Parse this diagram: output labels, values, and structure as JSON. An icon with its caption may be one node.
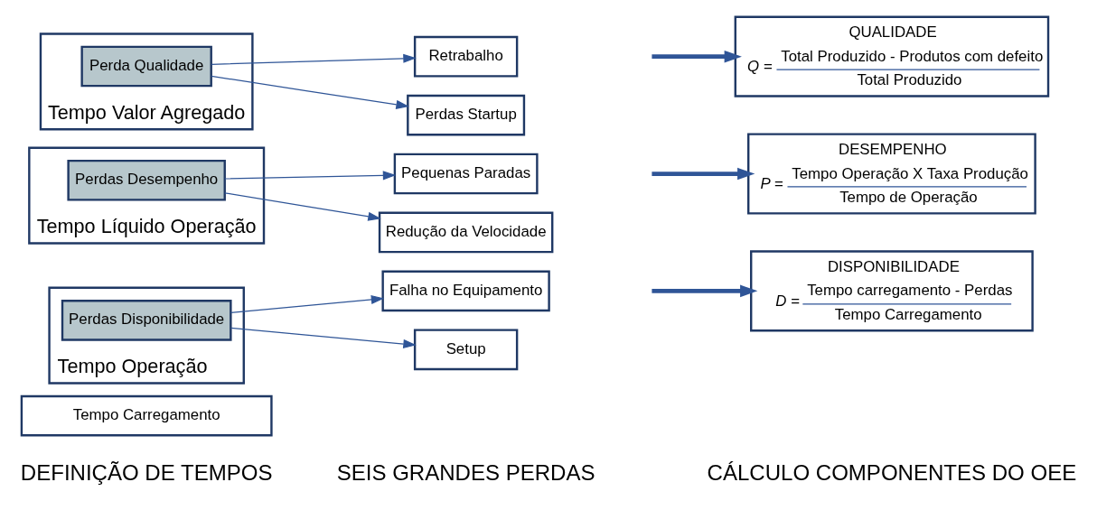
{
  "diagram": {
    "nodes": [
      {
        "text": [
          "Tempo Carregamento"
        ]
      },
      {
        "text": [
          "Tempo Operação"
        ]
      },
      {
        "text": [
          "Perdas Disponibilidade"
        ],
        "in": 1
      },
      {
        "text": [
          "Tempo Líquido Operação"
        ]
      },
      {
        "text": [
          "Perdas Desempenho"
        ],
        "in": 3
      },
      {
        "text": [
          "Tempo Valor Agregado"
        ]
      },
      {
        "text": [
          "Perda Qualidade"
        ],
        "in": 5
      },
      {
        "text": [
          "Falha no Equipamento"
        ]
      },
      {
        "text": [
          "Setup"
        ]
      },
      {
        "text": [
          "Pequenas Paradas"
        ]
      },
      {
        "text": [
          "Redução da Velocidade"
        ]
      },
      {
        "text": [
          "Retrabalho"
        ]
      },
      {
        "text": [
          "Perdas Startup"
        ]
      },
      {
        "text": [
          "DISPONIBILIDADE",
          "D =",
          "Tempo carregamento - Perdas",
          "Tempo Carregamento"
        ]
      },
      {
        "text": [
          "DESEMPENHO",
          "P =",
          "Tempo Operação X Taxa Produção",
          "Tempo de Operação"
        ]
      },
      {
        "text": [
          "QUALIDADE",
          "Q =",
          "Total Produzido - Produtos com defeito",
          "Total Produzido"
        ]
      }
    ],
    "edges": [
      {
        "from": 2,
        "to": 7,
        "arrow": "to"
      },
      {
        "from": 2,
        "to": 8,
        "arrow": "to"
      },
      {
        "from": 4,
        "to": 9,
        "arrow": "to"
      },
      {
        "from": 4,
        "to": 10,
        "arrow": "to"
      },
      {
        "from": 6,
        "to": 11,
        "arrow": "to"
      },
      {
        "from": 6,
        "to": 12,
        "arrow": "to"
      },
      {
        "from": null,
        "to": 13,
        "arrow": "to",
        "style": "thick"
      },
      {
        "from": null,
        "to": 14,
        "arrow": "to",
        "style": "thick"
      },
      {
        "from": null,
        "to": 15,
        "arrow": "to",
        "style": "thick"
      }
    ],
    "labels": [
      "DEFINIÇÃO DE TEMPOS",
      "SEIS GRANDES PERDAS",
      "CÁLCULO COMPONENTES DO OEE"
    ]
  }
}
